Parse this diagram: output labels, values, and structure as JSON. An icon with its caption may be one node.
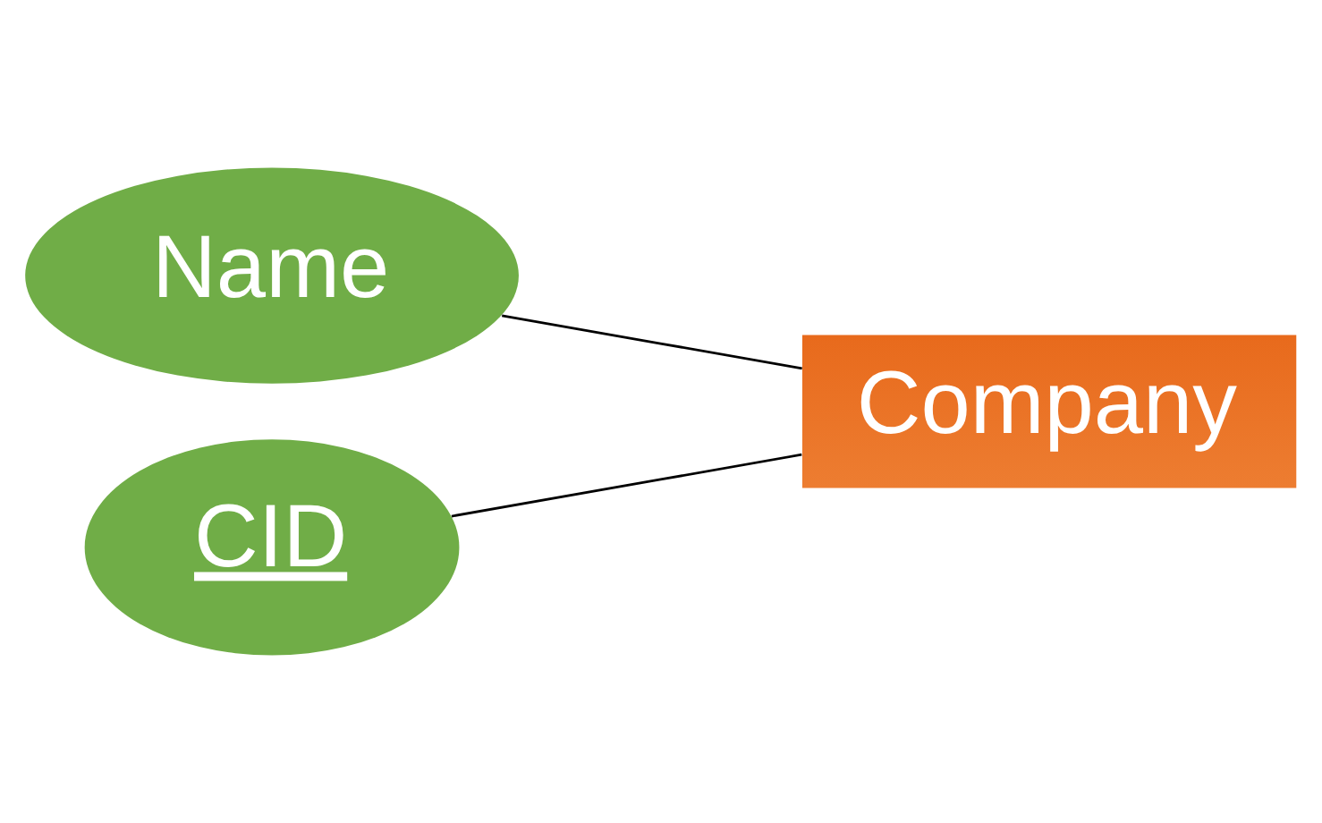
{
  "diagram": {
    "nodes": [
      {
        "text": [
          "Name"
        ]
      },
      {
        "text": [
          "CID"
        ]
      },
      {
        "text": [
          "Company"
        ]
      }
    ],
    "edges": [
      {
        "from": 0,
        "to": 2,
        "arrow": "none"
      },
      {
        "from": 1,
        "to": 2,
        "arrow": "none"
      }
    ]
  }
}
